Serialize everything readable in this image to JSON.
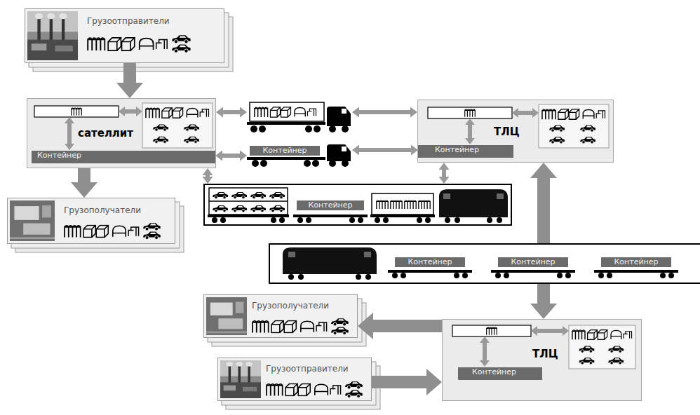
{
  "diagram": {
    "nodes": [
      {
        "text": [
          "Грузоотправители"
        ]
      },
      {
        "text": [
          "сателлит"
        ]
      },
      {
        "text": [
          "Контейнер"
        ],
        "in": 1
      },
      {
        "text": [
          "Контейнер"
        ]
      },
      {
        "text": [
          "ТЛЦ"
        ]
      },
      {
        "text": [
          "Контейнер"
        ],
        "in": 4
      },
      {
        "text": [
          "Грузополучатели"
        ]
      },
      {
        "text": [
          "Контейнер"
        ]
      },
      {
        "text": [
          "Контейнер",
          "Контейнер",
          "Контейнер"
        ]
      },
      {
        "text": [
          "Грузополучатели"
        ]
      },
      {
        "text": [
          "ТЛЦ"
        ]
      },
      {
        "text": [
          "Контейнер"
        ],
        "in": 10
      },
      {
        "text": [
          "Грузоотправители"
        ]
      }
    ],
    "edges": [
      {
        "from": 0,
        "to": 1,
        "arrow": "to"
      },
      {
        "from": 1,
        "to": 6,
        "arrow": "to"
      },
      {
        "from": 2,
        "to": 3,
        "arrow": "both"
      },
      {
        "from": 3,
        "to": 5,
        "arrow": "both"
      },
      {
        "from": 1,
        "to": 7,
        "arrow": "both"
      },
      {
        "from": 4,
        "to": 7,
        "arrow": "both"
      },
      {
        "from": 8,
        "to": 4,
        "arrow": "to"
      },
      {
        "from": 8,
        "to": 10,
        "arrow": "to"
      },
      {
        "from": 10,
        "to": 9,
        "arrow": "to"
      },
      {
        "from": 12,
        "to": 10,
        "arrow": "to"
      }
    ]
  }
}
